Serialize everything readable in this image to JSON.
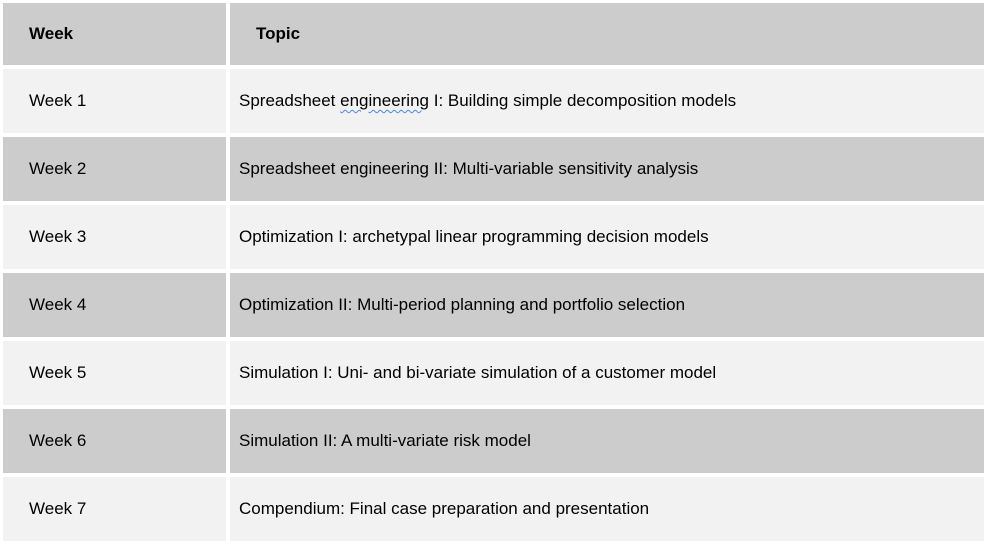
{
  "table": {
    "headers": [
      "Week",
      "Topic"
    ],
    "rows": [
      {
        "week": "Week 1",
        "topic_pre": "Spreadsheet ",
        "topic_flag": "engineering",
        "topic_post": " I: Building simple decomposition models"
      },
      {
        "week": "Week 2",
        "topic": "Spreadsheet engineering II: Multi-variable sensitivity analysis"
      },
      {
        "week": "Week 3",
        "topic": "Optimization I: archetypal linear programming decision models"
      },
      {
        "week": "Week 4",
        "topic": "Optimization II: Multi-period planning and portfolio selection"
      },
      {
        "week": "Week 5",
        "topic": "Simulation I: Uni- and bi-variate simulation of a customer model"
      },
      {
        "week": "Week 6",
        "topic": "Simulation II: A multi-variate risk model"
      },
      {
        "week": "Week 7",
        "topic": "Compendium: Final case preparation and presentation"
      }
    ]
  },
  "colors": {
    "header_bg": "#cccccc",
    "row_light": "#f2f2f2",
    "row_dark": "#cccccc",
    "spellcheck_underline": "#4a86e8"
  }
}
